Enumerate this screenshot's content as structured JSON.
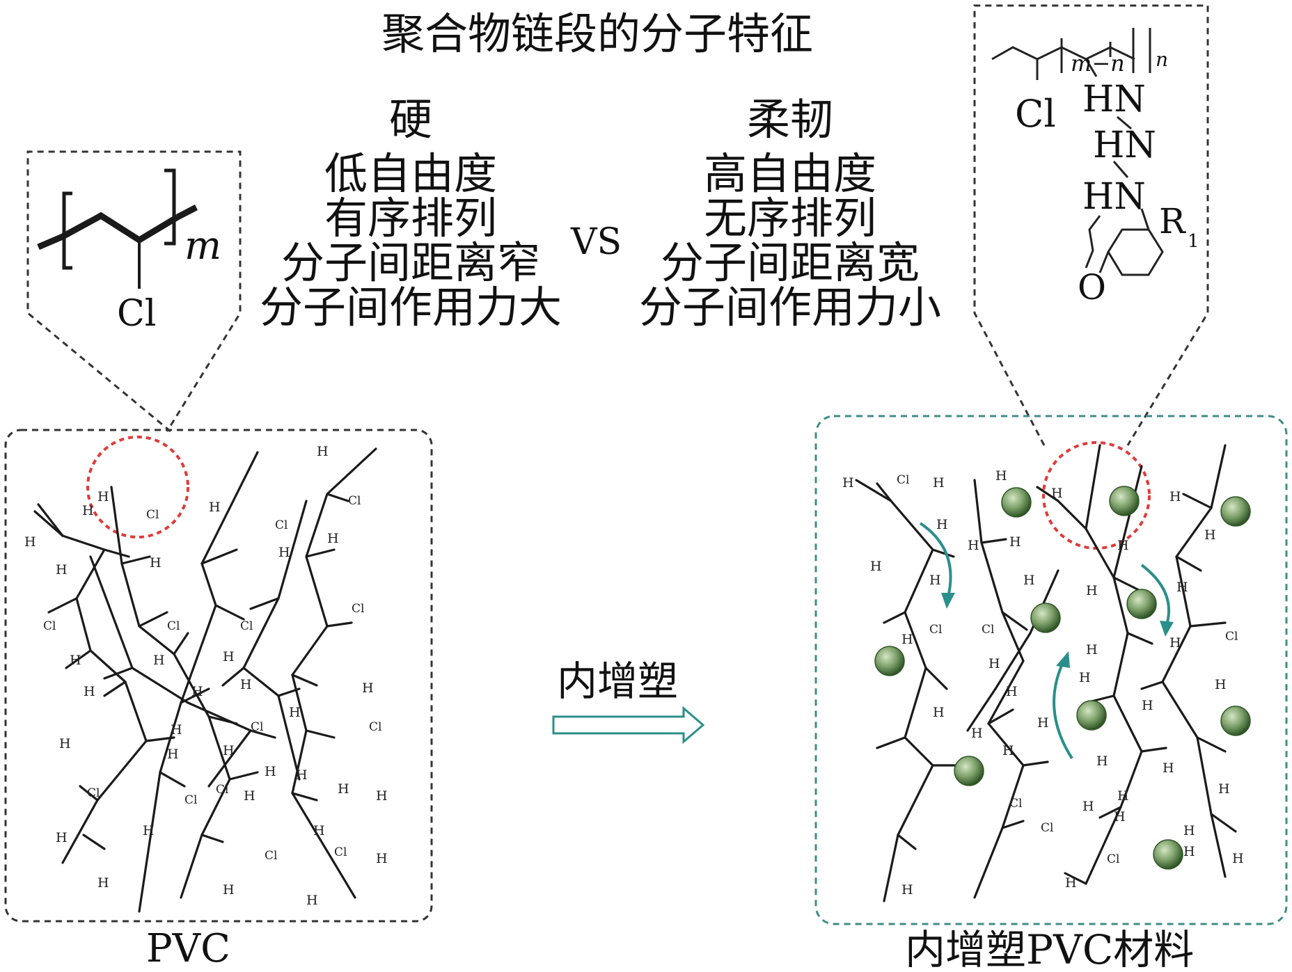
{
  "title": "聚合物链段的分子特征",
  "rigid": {
    "heading": "硬",
    "items": [
      "低自由度",
      "有序排列",
      "分子间距离窄",
      "分子间作用力大"
    ]
  },
  "vs": "VS",
  "flexible": {
    "heading": "柔韧",
    "items": [
      "高自由度",
      "无序排列",
      "分子间距离宽",
      "分子间作用力小"
    ]
  },
  "process_label": "内增塑",
  "pvc_structure": {
    "cl": "Cl",
    "subscript": "m"
  },
  "modified_structure": {
    "cl": "Cl",
    "sub1": "m−n",
    "sub2": "n",
    "hn1": "HN",
    "hn2": "HN",
    "hn3": "HN",
    "r": "R",
    "r_sub": "1",
    "o": "O"
  },
  "atoms": {
    "h": "H",
    "cl": "Cl"
  },
  "caption_left": "PVC",
  "caption_right": "内增塑PVC材料",
  "colors": {
    "ink": "#1a1a1a",
    "dash_black": "#333333",
    "dash_teal": "#3f8c86",
    "focus_circle": "#e03a3a",
    "arrow_teal": "#2a8f8a",
    "bead_dark": "#3f6b33",
    "bead_light": "#cfe3bf"
  }
}
